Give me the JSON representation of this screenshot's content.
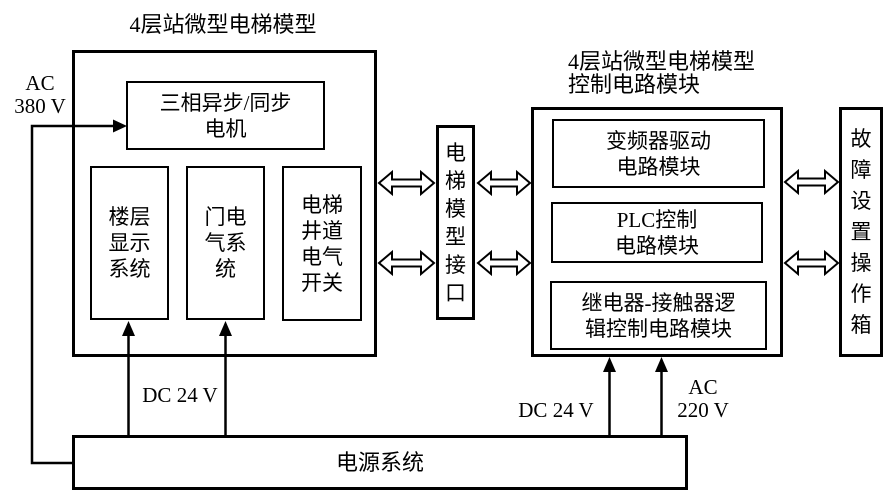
{
  "diagram": {
    "left_unit": {
      "title": "4层站微型电梯模型",
      "motor": "三相异步/同步\n电机",
      "floor_display": "楼层\n显示\n系统",
      "door_electrical": "门电\n气系\n统",
      "shaft_switch": "电梯\n井道\n电气\n开关"
    },
    "interface_box": "电\n梯\n模\n型\n接\n口",
    "control_unit": {
      "title_line1": "4层站微型电梯模型",
      "title_line2": "控制电路模块",
      "inverter": "变频器驱动\n电路模块",
      "plc": "PLC控制\n电路模块",
      "relay": "继电器-接触器逻\n辑控制电路模块"
    },
    "fault_box": "故\n障\n设\n置\n操\n作\n箱",
    "power_system": "电源系统",
    "labels": {
      "ac380": "AC\n380 V",
      "dc24_left": "DC 24 V",
      "dc24_right": "DC 24 V",
      "ac220": "AC\n220 V"
    },
    "colors": {
      "line": "#000000",
      "background": "#ffffff"
    }
  }
}
